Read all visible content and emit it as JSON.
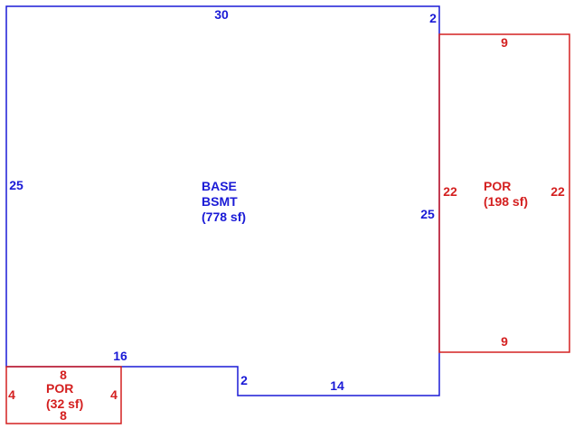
{
  "colors": {
    "base": "#1a1ad6",
    "porch": "#d42020",
    "background": "#ffffff"
  },
  "base_area": {
    "name_line1": "BASE",
    "name_line2": "BSMT",
    "area": "(778 sf)",
    "dimensions": {
      "top": "30",
      "top_right": "2",
      "left": "25",
      "right": "25",
      "bottom_left": "16",
      "step": "2",
      "bottom_right": "14"
    }
  },
  "porch_right": {
    "name": "POR",
    "area": "(198 sf)",
    "dimensions": {
      "top": "9",
      "left": "22",
      "right": "22",
      "bottom": "9"
    }
  },
  "porch_small": {
    "name": "POR",
    "area": "(32 sf)",
    "dimensions": {
      "top": "8",
      "left": "4",
      "right": "4",
      "bottom": "8"
    }
  }
}
